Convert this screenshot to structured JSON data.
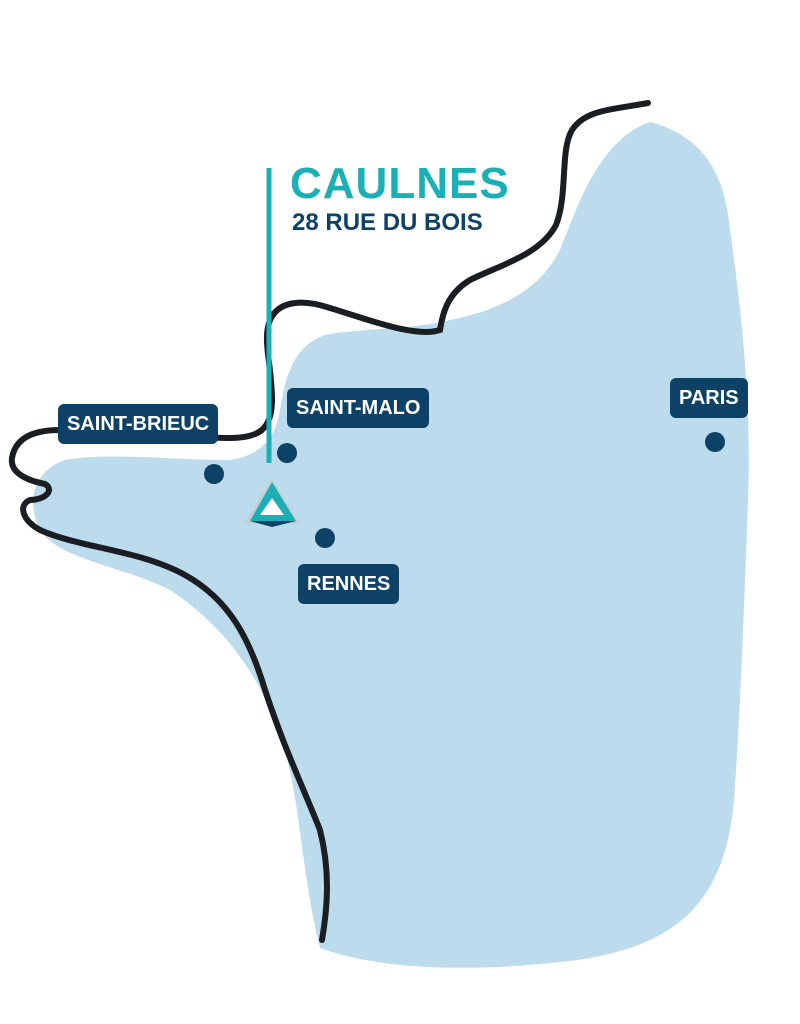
{
  "location": {
    "city": "CAULNES",
    "address": "28 RUE DU BOIS"
  },
  "cities": [
    {
      "id": "saint-brieuc",
      "label": "SAINT-BRIEUC"
    },
    {
      "id": "saint-malo",
      "label": "SAINT-MALO"
    },
    {
      "id": "paris",
      "label": "PARIS"
    },
    {
      "id": "rennes",
      "label": "RENNES"
    }
  ],
  "colors": {
    "land_fill": "#bcdcee",
    "coastline": "#1a1e22",
    "accent_teal": "#1ab0b5",
    "label_navy": "#0d4165",
    "marker_icon": "triangle-logo-icon"
  }
}
